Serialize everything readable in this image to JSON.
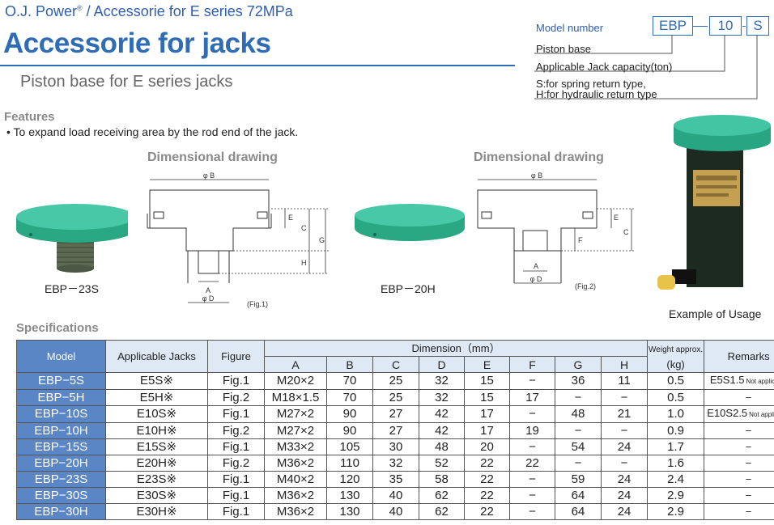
{
  "header": {
    "brand": "O.J. Power",
    "brand_mark": "®",
    "brand_tail": " / Accessorie for E series 72MPa",
    "title": "Accessorie for jacks",
    "subtitle": "Piston base for E series jacks"
  },
  "model_number": {
    "label": "Model number",
    "codes": [
      "EBP",
      "10",
      "S"
    ],
    "desc_piston_base": "Piston base",
    "desc_capacity": "Applicable Jack capacity(ton)",
    "desc_type_s": "S:for spring return type,",
    "desc_type_h": "H:for hydraulic return type"
  },
  "features": {
    "heading": "Features",
    "text": "• To expand load receiving area by the rod end of the jack."
  },
  "drawings": {
    "heading": "Dimensional drawing",
    "product_left": "EBP－23S",
    "product_right": "EBP－20H",
    "fig1": "(Fig.1)",
    "fig2": "(Fig.2)",
    "labels": {
      "b": "φ B",
      "d": "φ D",
      "a": "A",
      "c": "C",
      "e": "E",
      "f": "F",
      "g": "G",
      "h": "H"
    }
  },
  "usage_caption": "Example of Usage",
  "specs": {
    "heading": "Specifications",
    "header": {
      "model": "Model",
      "jacks": "Applicable Jacks",
      "figure": "Figure",
      "dimension": "Dimension（mm）",
      "weight_1": "Weight approx.",
      "weight_2": "(kg)",
      "remarks": "Remarks"
    },
    "dim_cols": [
      "A",
      "B",
      "C",
      "D",
      "E",
      "F",
      "G",
      "H"
    ],
    "rows": [
      {
        "model": "EBP−5S",
        "jack": "E5S※",
        "fig": "Fig.1",
        "a": "M20×2",
        "b": "70",
        "c": "25",
        "d": "32",
        "e": "15",
        "f": "−",
        "g": "36",
        "h": "11",
        "w": "0.5",
        "rem": "E5S1.5",
        "rem_note": "Not applicable"
      },
      {
        "model": "EBP−5H",
        "jack": "E5H※",
        "fig": "Fig.2",
        "a": "M18×1.5",
        "b": "70",
        "c": "25",
        "d": "32",
        "e": "15",
        "f": "17",
        "g": "−",
        "h": "−",
        "w": "0.5",
        "rem": "−",
        "rem_note": ""
      },
      {
        "model": "EBP−10S",
        "jack": "E10S※",
        "fig": "Fig.1",
        "a": "M27×2",
        "b": "90",
        "c": "27",
        "d": "42",
        "e": "17",
        "f": "−",
        "g": "48",
        "h": "21",
        "w": "1.0",
        "rem": "E10S2.5",
        "rem_note": "Not applicable"
      },
      {
        "model": "EBP−10H",
        "jack": "E10H※",
        "fig": "Fig.2",
        "a": "M27×2",
        "b": "90",
        "c": "27",
        "d": "42",
        "e": "17",
        "f": "19",
        "g": "−",
        "h": "−",
        "w": "0.9",
        "rem": "−",
        "rem_note": ""
      },
      {
        "model": "EBP−15S",
        "jack": "E15S※",
        "fig": "Fig.1",
        "a": "M33×2",
        "b": "105",
        "c": "30",
        "d": "48",
        "e": "20",
        "f": "−",
        "g": "54",
        "h": "24",
        "w": "1.7",
        "rem": "−",
        "rem_note": ""
      },
      {
        "model": "EBP−20H",
        "jack": "E20H※",
        "fig": "Fig.2",
        "a": "M36×2",
        "b": "110",
        "c": "32",
        "d": "52",
        "e": "22",
        "f": "22",
        "g": "−",
        "h": "−",
        "w": "1.6",
        "rem": "−",
        "rem_note": ""
      },
      {
        "model": "EBP−23S",
        "jack": "E23S※",
        "fig": "Fig.1",
        "a": "M40×2",
        "b": "120",
        "c": "35",
        "d": "58",
        "e": "22",
        "f": "−",
        "g": "59",
        "h": "24",
        "w": "2.4",
        "rem": "−",
        "rem_note": ""
      },
      {
        "model": "EBP−30S",
        "jack": "E30S※",
        "fig": "Fig.1",
        "a": "M36×2",
        "b": "130",
        "c": "40",
        "d": "62",
        "e": "22",
        "f": "−",
        "g": "64",
        "h": "24",
        "w": "2.9",
        "rem": "−",
        "rem_note": ""
      },
      {
        "model": "EBP−30H",
        "jack": "E30H※",
        "fig": "Fig.1",
        "a": "M36×2",
        "b": "130",
        "c": "40",
        "d": "62",
        "e": "22",
        "f": "−",
        "g": "64",
        "h": "24",
        "w": "2.9",
        "rem": "−",
        "rem_note": ""
      }
    ]
  },
  "colors": {
    "accent": "#2f6cb5",
    "model_cell": "#5b86c6",
    "header_cell": "#dfe9f6",
    "product_green": "#3bbf9d"
  }
}
